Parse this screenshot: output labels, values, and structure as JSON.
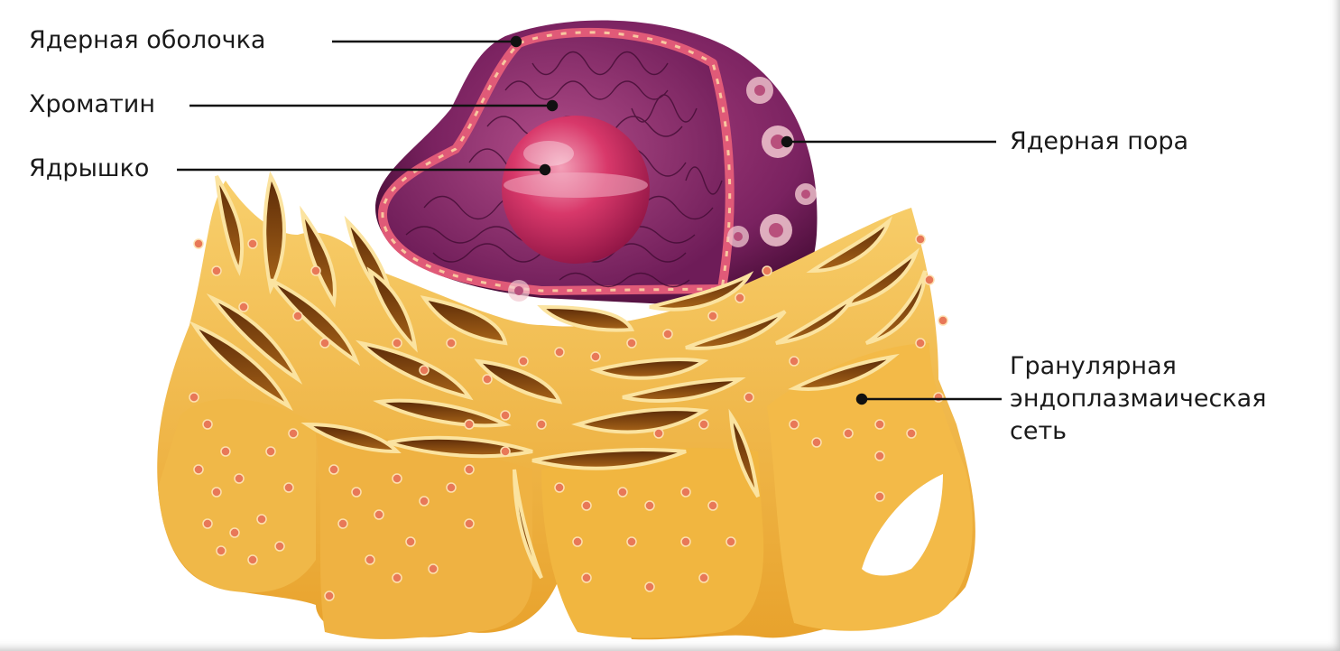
{
  "labels": {
    "nuclear_envelope": "Ядерная оболочка",
    "chromatin": "Хроматин",
    "nucleolus": "Ядрышко",
    "nuclear_pore": "Ядерная пора",
    "rough_er": [
      "Гранулярная",
      "эндоплазмаическая",
      "сеть"
    ]
  },
  "colors": {
    "er_fill": "#f0b33a",
    "er_light": "#f8d27a",
    "er_dark": "#9a5a10",
    "ribosome": "#e8704a",
    "nucleus_dark": "#6a1a52",
    "nucleus_mid": "#8a2a6c",
    "envelope": "#e0607a",
    "nucleolus": "#d8386a",
    "pore": "#f2c8d0",
    "leader_line": "#111111"
  }
}
